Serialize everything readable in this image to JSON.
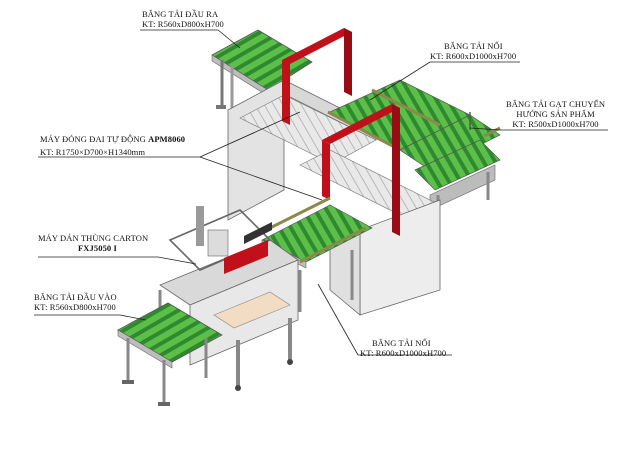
{
  "colors": {
    "roller": "#2f8a2f",
    "roller_light": "#5cbf4a",
    "frame": "#cfcfcf",
    "frame_dark": "#8a8a8a",
    "arch_red": "#c0101a",
    "guide_olive": "#8a8a4a",
    "leader": "#222222"
  },
  "labels": {
    "outfeed": {
      "line1": "BĂNG TẢI ĐẦU RA",
      "line2": "KT: R560xD800xH700"
    },
    "link_top": {
      "line1": "BĂNG TẢI NỐI",
      "line2": "KT: R600xD1000xH700"
    },
    "turner": {
      "line1": "BĂNG TẢI GẠT CHUYỂN",
      "line2": "HƯỚNG SẢN PHẨM",
      "line3": "KT: R500xD1000xH700"
    },
    "strapper": {
      "line1_prefix": "MÁY ĐÓNG ĐAI TỰ ĐỘNG ",
      "line1_model": "APM8060",
      "line2": "KT:  R1750×D700×H1340mm"
    },
    "sealer": {
      "line1": "MÁY DÁN THÙNG CARTON",
      "line2": "FXJ5050 I"
    },
    "infeed": {
      "line1": "BĂNG TẢI ĐẦU VÀO",
      "line2": "KT: R560xD800xH700"
    },
    "link_bottom": {
      "line1": "BĂNG TẢI NỐI",
      "line2": "KT: R600xD1000xH700"
    }
  }
}
